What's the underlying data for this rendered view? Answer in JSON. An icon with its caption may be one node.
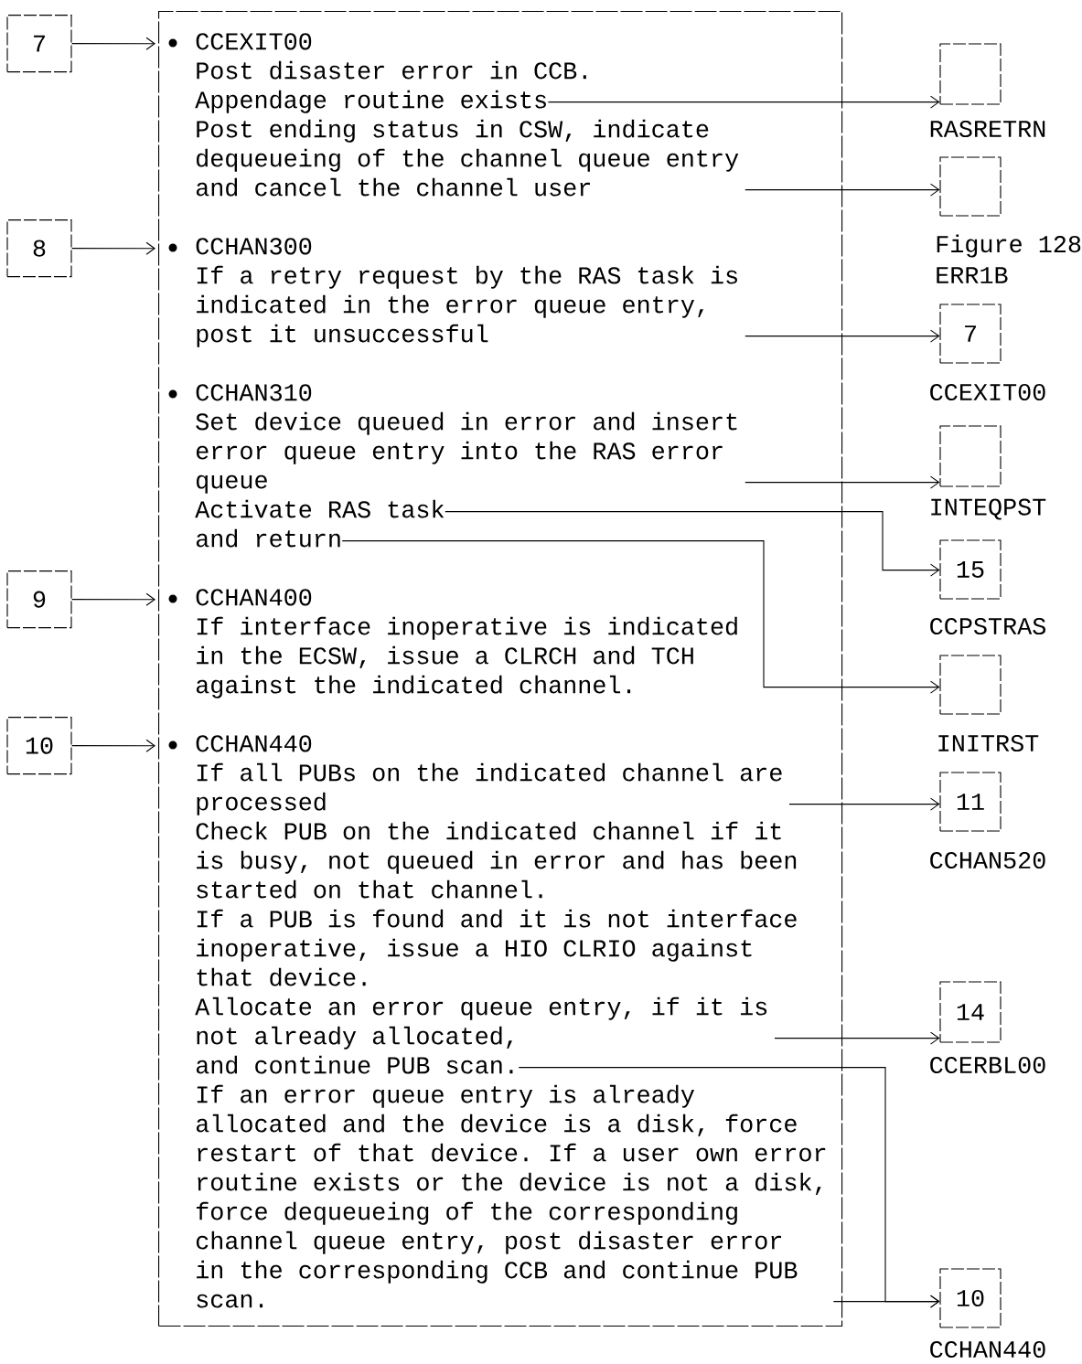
{
  "diagram": {
    "nodes": [
      {
        "text": [],
        "shape": "box"
      },
      {
        "text": [
          "CCEXIT00"
        ],
        "in": 0
      },
      {
        "text": [
          "Post disaster error in CCB."
        ],
        "in": 0
      },
      {
        "text": [
          "Appendage routine exists"
        ],
        "in": 0
      },
      {
        "text": [
          "Post ending status in CSW, indicate dequeueing of the channel queue entry and cancel the channel user"
        ],
        "in": 0
      },
      {
        "text": [
          "CCHAN300"
        ],
        "in": 0
      },
      {
        "text": [
          "If a retry request by the RAS task is indicated in the error queue entry, post it unsuccessful"
        ],
        "in": 0
      },
      {
        "text": [
          "CCHAN310"
        ],
        "in": 0
      },
      {
        "text": [
          "Set device queued in error and insert error queue entry into the RAS error queue"
        ],
        "in": 0
      },
      {
        "text": [
          "Activate RAS task"
        ],
        "in": 0
      },
      {
        "text": [
          "and return"
        ],
        "in": 0
      },
      {
        "text": [
          "CCHAN400"
        ],
        "in": 0
      },
      {
        "text": [
          "If interface inoperative is indicated in the ECSW, issue a CLRCH and TCH against the indicated channel."
        ],
        "in": 0
      },
      {
        "text": [
          "CCHAN440"
        ],
        "in": 0
      },
      {
        "text": [
          "If all PUBs on the indicated channel are processed"
        ],
        "in": 0
      },
      {
        "text": [
          "Check PUB on the indicated channel if it is busy, not queued in error and has been started on that channel."
        ],
        "in": 0
      },
      {
        "text": [
          "If a PUB is found and it is not interface inoperative, issue a HIO CLRIO against that device."
        ],
        "in": 0
      },
      {
        "text": [
          "Allocate an error queue entry, if it is not already allocated,"
        ],
        "in": 0
      },
      {
        "text": [
          "and continue PUB scan."
        ],
        "in": 0
      },
      {
        "text": [
          "If an error queue entry is already allocated and the device is a disk, force restart of that device. If a user own error routine exists or the device is not a disk, force dequeueing of the corresponding channel queue entry, post disaster error in the corresponding CCB and continue PUB scan."
        ],
        "in": 0
      },
      {
        "text": [
          "7"
        ]
      },
      {
        "text": [
          "8"
        ]
      },
      {
        "text": [
          "9"
        ]
      },
      {
        "text": [
          "10"
        ]
      },
      {
        "text": [],
        "shape": "box",
        "beside": [
          "RASRETRN"
        ]
      },
      {
        "text": [],
        "shape": "box",
        "beside": [
          "Figure 128",
          "ERR1B"
        ]
      },
      {
        "text": [
          "7"
        ],
        "beside": [
          "CCEXIT00"
        ]
      },
      {
        "text": [],
        "shape": "box",
        "beside": [
          "INTEQPST"
        ]
      },
      {
        "text": [
          "15"
        ],
        "beside": [
          "CCPSTRAS"
        ]
      },
      {
        "text": [],
        "shape": "box",
        "beside": [
          "INITRST"
        ]
      },
      {
        "text": [
          "11"
        ],
        "beside": [
          "CCHAN520"
        ]
      },
      {
        "text": [
          "14"
        ],
        "beside": [
          "CCERBL00"
        ]
      },
      {
        "text": [
          "10"
        ],
        "beside": [
          "CCHAN440"
        ]
      }
    ],
    "edges": [
      {
        "from": 20,
        "to": 1,
        "arrow": "to"
      },
      {
        "from": 21,
        "to": 5,
        "arrow": "to"
      },
      {
        "from": 22,
        "to": 11,
        "arrow": "to"
      },
      {
        "from": 23,
        "to": 13,
        "arrow": "to"
      },
      {
        "from": 3,
        "to": 24,
        "arrow": "to"
      },
      {
        "from": 4,
        "to": 25,
        "arrow": "to"
      },
      {
        "from": 6,
        "to": 26,
        "arrow": "to"
      },
      {
        "from": 8,
        "to": 27,
        "arrow": "to"
      },
      {
        "from": 9,
        "to": 28,
        "arrow": "to"
      },
      {
        "from": 10,
        "to": 29,
        "arrow": "to"
      },
      {
        "from": 14,
        "to": 30,
        "arrow": "to"
      },
      {
        "from": 17,
        "to": 31,
        "arrow": "to"
      },
      {
        "from": 18,
        "to": 32,
        "arrow": "to"
      },
      {
        "from": 19,
        "to": 32,
        "arrow": "to"
      }
    ]
  }
}
